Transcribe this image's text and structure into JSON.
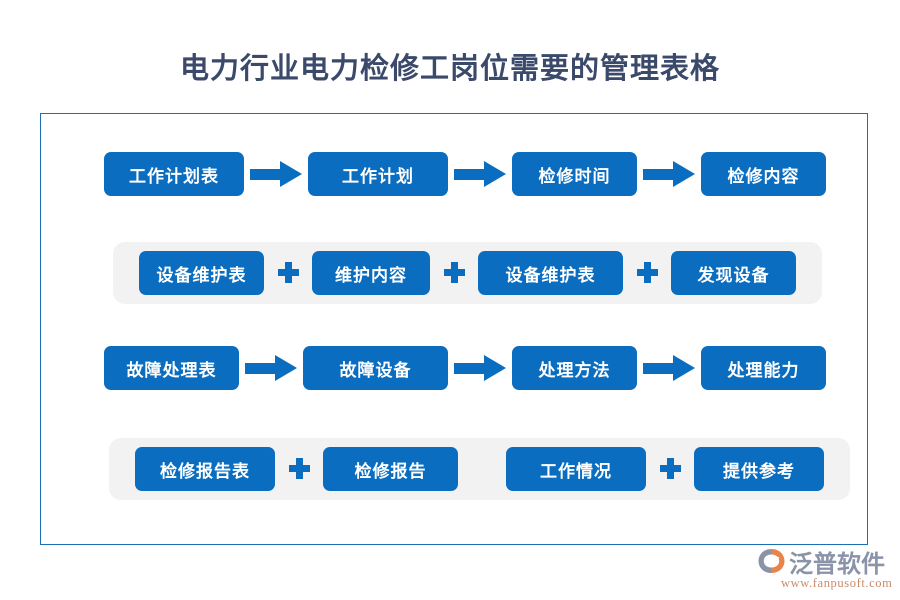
{
  "title": "电力行业电力检修工岗位需要的管理表格",
  "colors": {
    "node_blue": "#0a6dbf",
    "frame_border": "#1a6fb5",
    "band_gray": "#f2f2f2",
    "title_text": "#3b4a6b",
    "logo_text": "#8a93a8",
    "logo_url": "#c98a6a",
    "logo_mark_orange": "#e8834a",
    "logo_mark_gray": "#8a93a8",
    "page_background": "#ffffff"
  },
  "flow": {
    "rows": [
      {
        "id": "row-work-plan",
        "banded": false,
        "separator": "arrow",
        "nodes": [
          {
            "label": "工作计划表"
          },
          {
            "label": "工作计划"
          },
          {
            "label": "检修时间"
          },
          {
            "label": "检修内容"
          }
        ]
      },
      {
        "id": "row-equipment-maintenance",
        "banded": true,
        "separator": "plus",
        "nodes": [
          {
            "label": "设备维护表"
          },
          {
            "label": "维护内容"
          },
          {
            "label": "设备维护表"
          },
          {
            "label": "发现设备"
          }
        ]
      },
      {
        "id": "row-fault-handling",
        "banded": false,
        "separator": "arrow",
        "nodes": [
          {
            "label": "故障处理表"
          },
          {
            "label": "故障设备"
          },
          {
            "label": "处理方法"
          },
          {
            "label": "处理能力"
          }
        ]
      },
      {
        "id": "row-repair-report",
        "banded": true,
        "separator": "plus",
        "nodes": [
          {
            "label": "检修报告表"
          },
          {
            "label": "检修报告"
          },
          {
            "label": "工作情况"
          },
          {
            "label": "提供参考"
          }
        ]
      }
    ]
  },
  "logo": {
    "brand": "泛普软件",
    "url": "www.fanpusoft.com"
  }
}
